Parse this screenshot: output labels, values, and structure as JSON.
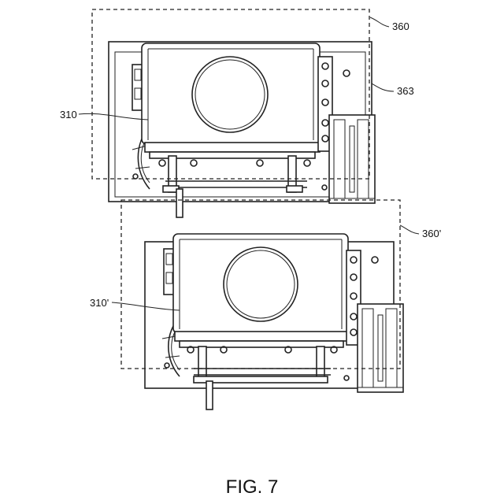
{
  "figure": {
    "caption": "FIG. 7"
  },
  "labels": {
    "l360": "360",
    "l363": "363",
    "l310": "310",
    "l360p": "360'",
    "l310p": "310'"
  }
}
